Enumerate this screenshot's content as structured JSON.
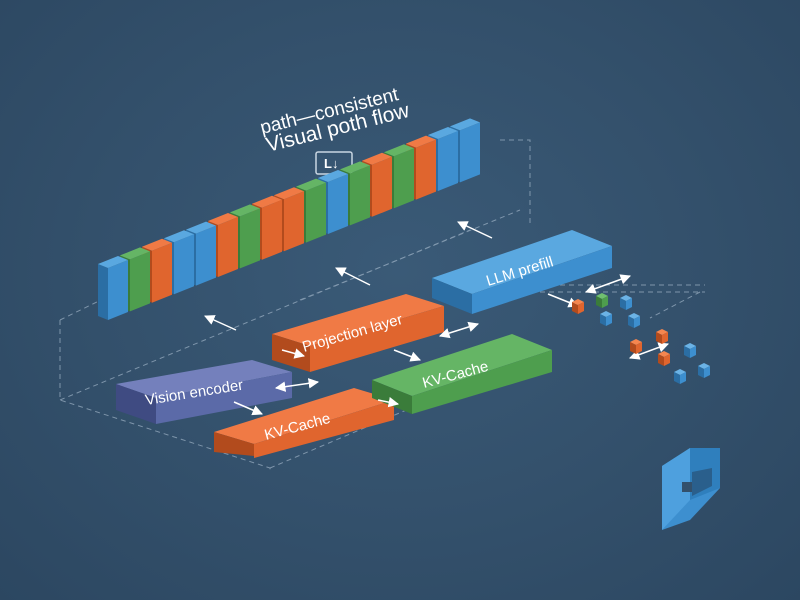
{
  "title": {
    "line1": "path—consistent",
    "line2": "Visual poth flow"
  },
  "badge": {
    "text": "L↓"
  },
  "nodes": {
    "vision_encoder": "Vision encoder",
    "projection_layer": "Projection layer",
    "llm_prefill": "LLM prefill",
    "kv_cache_left": "KV-Cache",
    "kv_cache_right": "KV-Cache"
  },
  "token_strip": {
    "colors": [
      "blue",
      "green",
      "orange",
      "blue",
      "blue",
      "orange",
      "green",
      "orange",
      "orange",
      "green",
      "blue",
      "green",
      "orange",
      "green",
      "orange",
      "blue",
      "blue"
    ]
  },
  "colors": {
    "background": "#33506b",
    "blue": "#3d8fcf",
    "green": "#4e9e4e",
    "orange": "#e0652e",
    "purple": "#5b6aa8",
    "arrow": "#ffffff"
  },
  "icons": {
    "corner_logo": "cube-logo-icon"
  }
}
